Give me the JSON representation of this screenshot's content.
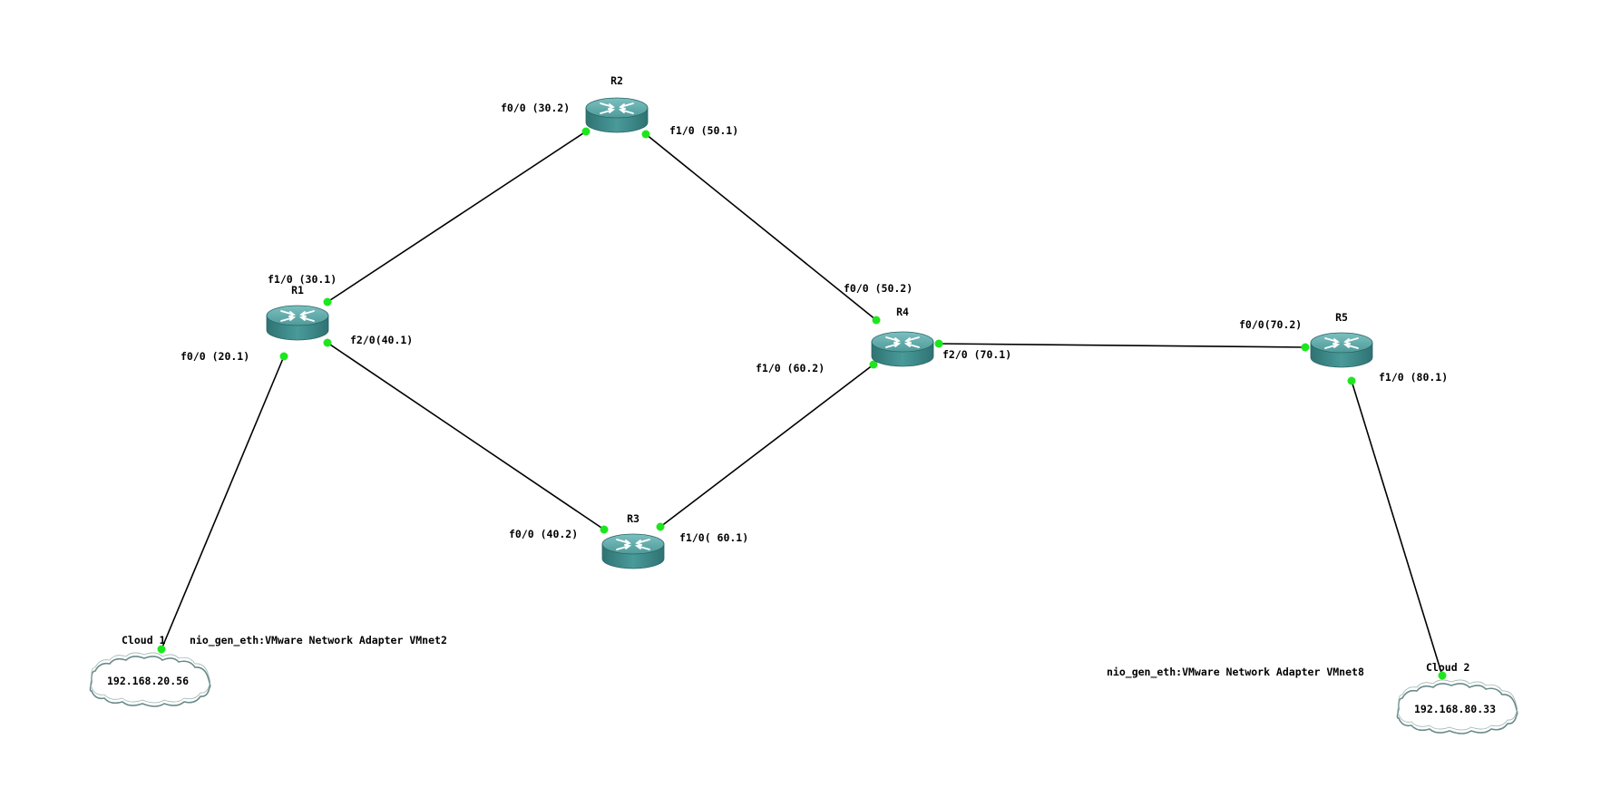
{
  "colors": {
    "router_body": "#3f8c8c",
    "router_top": "#5fa8a8",
    "port_dot": "#1ee61e",
    "link": "#000000"
  },
  "routers": [
    {
      "id": "R1",
      "label": "R1"
    },
    {
      "id": "R2",
      "label": "R2"
    },
    {
      "id": "R3",
      "label": "R3"
    },
    {
      "id": "R4",
      "label": "R4"
    },
    {
      "id": "R5",
      "label": "R5"
    }
  ],
  "clouds": [
    {
      "id": "cloud1",
      "label": "Cloud 1",
      "ip": "192.168.20.56",
      "nio": "nio_gen_eth:VMware Network Adapter VMnet2"
    },
    {
      "id": "cloud2",
      "label": "Cloud 2",
      "ip": "192.168.80.33",
      "nio": "nio_gen_eth:VMware Network Adapter VMnet8"
    }
  ],
  "links": [
    {
      "from": "R1",
      "to": "R2",
      "from_port": "f1/0 (30.1)",
      "to_port": "f0/0 (30.2)"
    },
    {
      "from": "R2",
      "to": "R4",
      "from_port": "f1/0 (50.1)",
      "to_port": "f0/0 (50.2)"
    },
    {
      "from": "R1",
      "to": "R3",
      "from_port": "f2/0(40.1)",
      "to_port": "f0/0 (40.2)"
    },
    {
      "from": "R3",
      "to": "R4",
      "from_port": "f1/0( 60.1)",
      "to_port": "f1/0 (60.2)"
    },
    {
      "from": "R4",
      "to": "R5",
      "from_port": "f2/0 (70.1)",
      "to_port": "f0/0(70.2)"
    },
    {
      "from": "R1",
      "to": "cloud1",
      "from_port": "f0/0 (20.1)",
      "to_port": ""
    },
    {
      "from": "R5",
      "to": "cloud2",
      "from_port": "f1/0 (80.1)",
      "to_port": ""
    }
  ]
}
